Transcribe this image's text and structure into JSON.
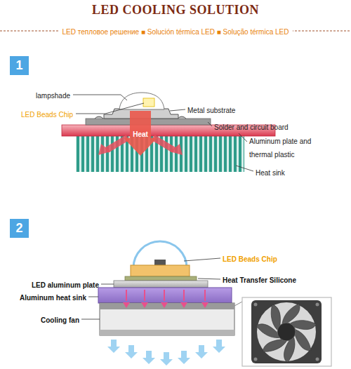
{
  "diagram": {
    "title": "LED COOLING SOLUTION",
    "nodes": [
      {
        "text": [
          "1"
        ]
      },
      {
        "text": [
          "Heat"
        ]
      },
      {
        "text": [
          "2"
        ]
      }
    ],
    "labels": [
      "LED тепловое решение ■ Solución térmica LED ■ Solução térmica LED",
      "lampshade",
      "LED Beads Chip",
      "Metal substrate",
      "Solder and circuit board",
      "Aluminum plate and thermal plastic",
      "Heat sink",
      "LED Beads Chip",
      "Heat Transfer Silicone",
      "LED aluminum plate",
      "Aluminum heat sink",
      "Cooling fan"
    ]
  }
}
